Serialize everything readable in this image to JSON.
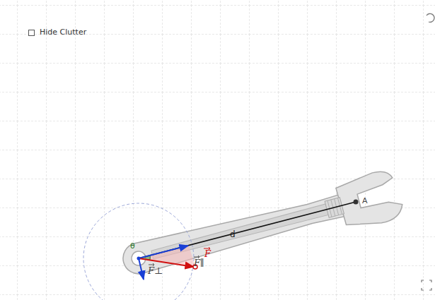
{
  "diagram": {
    "labels": [
      "Hide Clutter",
      "θ",
      "d",
      "A",
      "F",
      "F∥",
      "F⊥"
    ]
  }
}
